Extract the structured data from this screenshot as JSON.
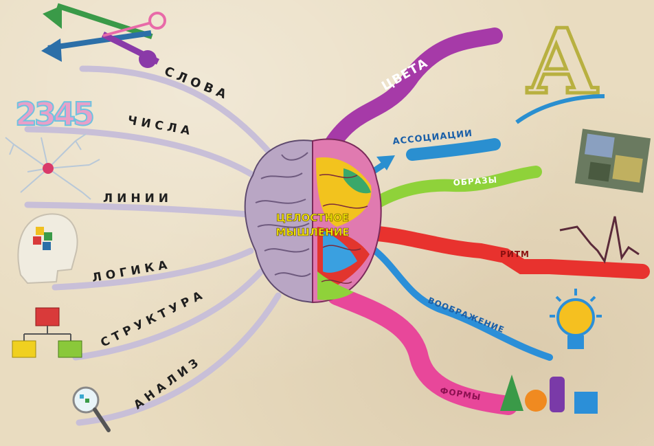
{
  "center": {
    "line1": "ЦЕЛОСТНОЕ",
    "line2": "МЫШЛЕНИЕ"
  },
  "left_branches": [
    {
      "label": "СЛОВА"
    },
    {
      "label": "ЧИСЛА"
    },
    {
      "label": "ЛИНИИ"
    },
    {
      "label": "ЛОГИКА"
    },
    {
      "label": "СТРУКТУРА"
    },
    {
      "label": "АНАЛИЗ"
    }
  ],
  "right_branches": [
    {
      "label": "ЦВЕТА",
      "color": "#a63aa8"
    },
    {
      "label": "АССОЦИАЦИИ",
      "color": "#2a8fd0"
    },
    {
      "label": "ОБРАЗЫ",
      "color": "#8fd23a"
    },
    {
      "label": "РИТМ",
      "color": "#e8322e"
    },
    {
      "label": "ВООБРАЖЕНИЕ",
      "color": "#2b8fd8"
    },
    {
      "label": "ФОРМЫ",
      "color": "#e8479a"
    }
  ],
  "numbers_icon_text": "2345",
  "letter_icon_text": "A",
  "colors": {
    "background": "#e9dcc0",
    "left_branch": "#c8bfd8",
    "brain_left": "#b9a6c4",
    "label_text": "#1f1f1f"
  }
}
